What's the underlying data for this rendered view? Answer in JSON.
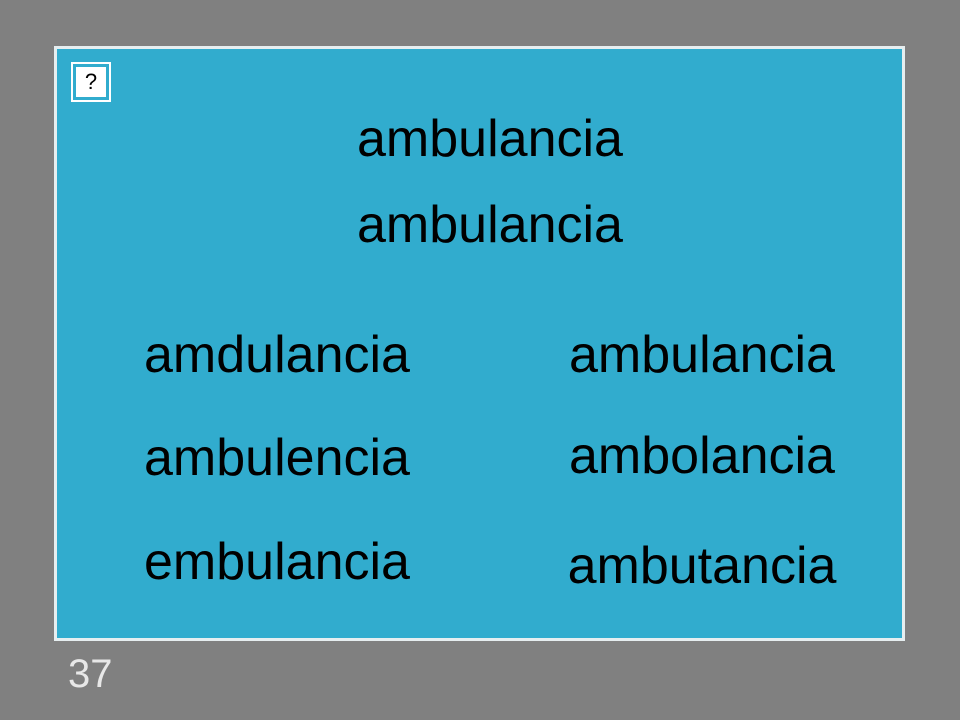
{
  "slide": {
    "help_label": "?",
    "prompt_words": [
      "ambulancia",
      "ambulancia"
    ],
    "options": {
      "left": [
        "amdulancia",
        "ambulencia",
        "embulancia"
      ],
      "right": [
        "ambulancia",
        "ambolancia",
        "ambutancia"
      ]
    },
    "page_number": "37"
  },
  "colors": {
    "background": "#808080",
    "card": "#31acce",
    "card_border": "#e6eef0",
    "text": "#000000",
    "page_number": "#e8e8e8"
  }
}
